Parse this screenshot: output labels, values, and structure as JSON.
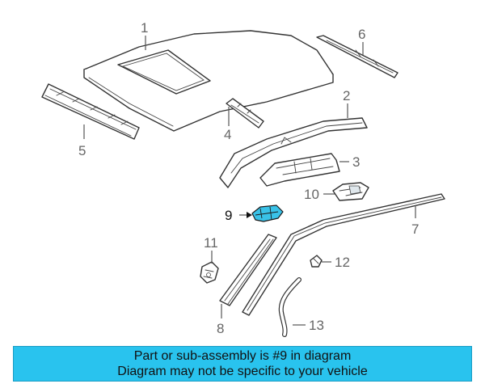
{
  "callouts": {
    "c1": "1",
    "c2": "2",
    "c3": "3",
    "c4": "4",
    "c5": "5",
    "c6": "6",
    "c7": "7",
    "c8": "8",
    "c9": "9",
    "c10": "10",
    "c11": "11",
    "c12": "12",
    "c13": "13"
  },
  "highlighted_part": "9",
  "colors": {
    "highlight": "#39c2e8",
    "banner": "#29c3ee"
  },
  "banner": {
    "line1": "Part or sub-assembly is #9 in diagram",
    "line2": "Diagram may not be specific to your vehicle"
  }
}
